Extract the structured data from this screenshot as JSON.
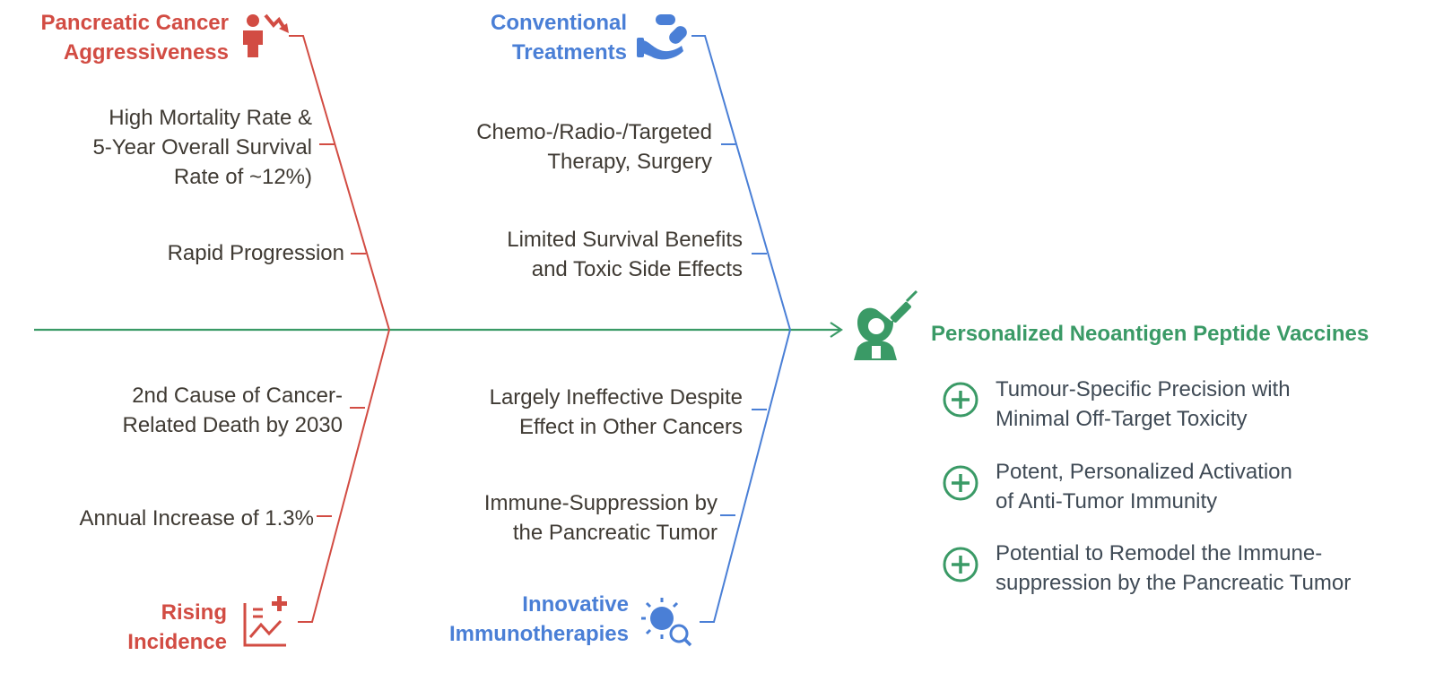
{
  "colors": {
    "red": "#d24c43",
    "blue": "#4a7fd6",
    "green": "#3a9a66",
    "text": "#3f3a33"
  },
  "categories": {
    "aggressiveness": {
      "title_lines": [
        "Pancreatic Cancer",
        "Aggressiveness"
      ],
      "icon": "person-declining-icon",
      "causes": [
        {
          "lines": [
            "High Mortality Rate &",
            "5-Year Overall Survival",
            "Rate of ~12%)"
          ]
        },
        {
          "lines": [
            "Rapid Progression"
          ]
        }
      ]
    },
    "conventional": {
      "title_lines": [
        "Conventional",
        "Treatments"
      ],
      "icon": "hand-pill-icon",
      "causes": [
        {
          "lines": [
            "Chemo-/Radio-/Targeted",
            "Therapy, Surgery"
          ]
        },
        {
          "lines": [
            "Limited Survival Benefits",
            "and Toxic Side Effects"
          ]
        }
      ]
    },
    "incidence": {
      "title_lines": [
        "Rising",
        "Incidence"
      ],
      "icon": "chart-rising-plus-icon",
      "causes": [
        {
          "lines": [
            "2nd Cause of Cancer-",
            "Related Death by 2030"
          ]
        },
        {
          "lines": [
            "Annual Increase of 1.3%"
          ]
        }
      ]
    },
    "immunotherapies": {
      "title_lines": [
        "Innovative",
        "Immunotherapies"
      ],
      "icon": "virus-magnifier-icon",
      "causes": [
        {
          "lines": [
            "Largely Ineffective Despite",
            "Effect in Other Cancers"
          ]
        },
        {
          "lines": [
            "Immune-Suppression by",
            "the Pancreatic Tumor"
          ]
        }
      ]
    }
  },
  "outcome": {
    "title": "Personalized Neoantigen Peptide Vaccines",
    "icon": "doctor-syringe-icon",
    "benefits": [
      {
        "lines": [
          "Tumour-Specific Precision with",
          "Minimal Off-Target Toxicity"
        ]
      },
      {
        "lines": [
          "Potent, Personalized Activation",
          "of Anti-Tumor Immunity"
        ]
      },
      {
        "lines": [
          "Potential to Remodel the Immune-",
          "suppression by the Pancreatic Tumor"
        ]
      }
    ]
  }
}
